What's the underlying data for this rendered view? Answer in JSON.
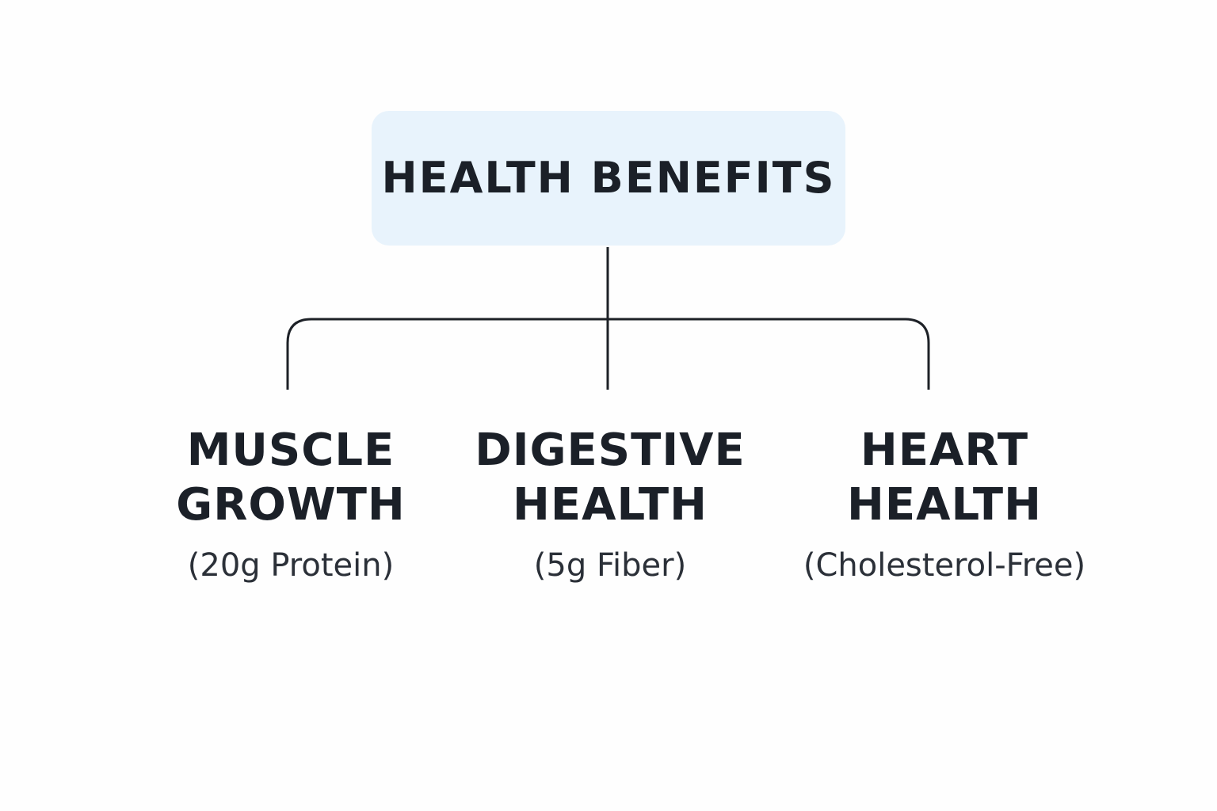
{
  "root": {
    "label": "HEALTH BENEFITS"
  },
  "branches": [
    {
      "title_line1": "MUSCLE",
      "title_line2": "GROWTH",
      "note": "(20g Protein)"
    },
    {
      "title_line1": "DIGESTIVE",
      "title_line2": "HEALTH",
      "note": "(5g Fiber)"
    },
    {
      "title_line1": "HEART",
      "title_line2": "HEALTH",
      "note": "(Cholesterol-Free)"
    }
  ],
  "colors": {
    "root_fill": "#e8f3fc",
    "text": "#1b2028",
    "connector": "#1d2127",
    "background": "#fefefe"
  }
}
